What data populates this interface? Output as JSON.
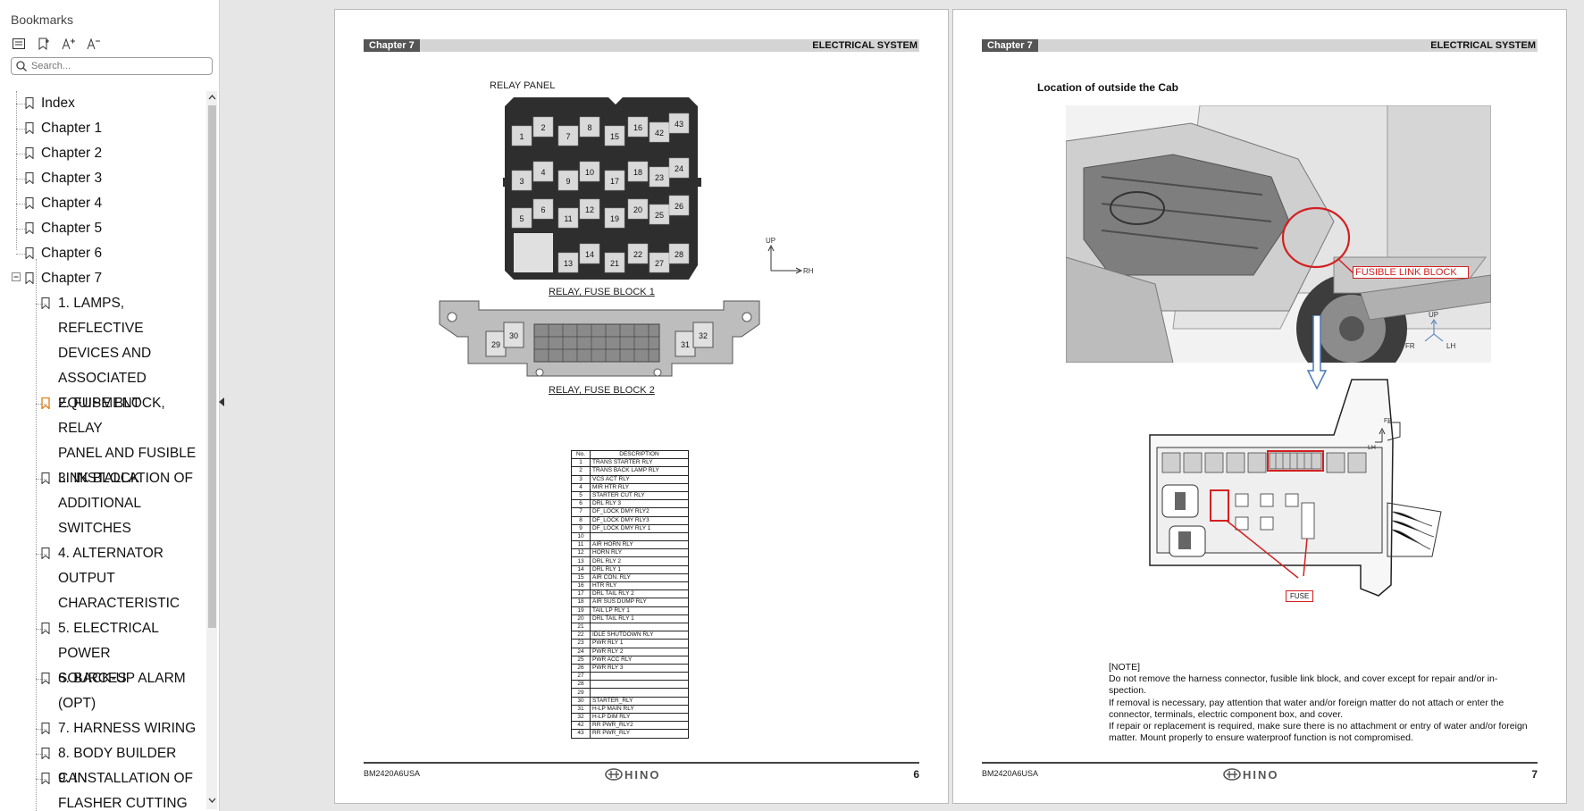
{
  "sidebar": {
    "title": "Bookmarks",
    "search_placeholder": "Search...",
    "items": [
      {
        "label": "Index"
      },
      {
        "label": "Chapter 1"
      },
      {
        "label": "Chapter 2"
      },
      {
        "label": "Chapter 3"
      },
      {
        "label": "Chapter 4"
      },
      {
        "label": "Chapter 5"
      },
      {
        "label": "Chapter 6"
      },
      {
        "label": "Chapter 7"
      }
    ],
    "subitems": [
      {
        "lines": [
          "1. LAMPS, REFLECTIVE",
          "DEVICES AND",
          "ASSOCIATED",
          "EQUIPMENT"
        ]
      },
      {
        "lines": [
          "2. FUSE BLOCK, RELAY",
          "PANEL AND FUSIBLE",
          "LINK BLOCK"
        ]
      },
      {
        "lines": [
          "3. INSTALLATION OF",
          "ADDITIONAL",
          "SWITCHES"
        ]
      },
      {
        "lines": [
          "4. ALTERNATOR",
          "OUTPUT",
          "CHARACTERISTIC"
        ]
      },
      {
        "lines": [
          "5. ELECTRICAL POWER",
          "SOURCES"
        ]
      },
      {
        "lines": [
          "6. BACK-UP ALARM",
          "(OPT)"
        ]
      },
      {
        "lines": [
          "7. HARNESS WIRING"
        ]
      },
      {
        "lines": [
          "8. BODY BUILDER CAN"
        ]
      },
      {
        "lines": [
          "9. INSTALLATION OF",
          "FLASHER CUTTING"
        ]
      }
    ],
    "active_color": "#e07b10"
  },
  "page6": {
    "chapter": "Chapter 7",
    "section": "ELECTRICAL SYSTEM",
    "relay_panel_label": "RELAY PANEL",
    "block1_label": "RELAY, FUSE BLOCK 1",
    "block2_label": "RELAY, FUSE BLOCK 2",
    "dir_up": "UP",
    "dir_rh": "RH",
    "relay_numbers": [
      "1",
      "2",
      "7",
      "8",
      "15",
      "16",
      "42",
      "43",
      "3",
      "4",
      "9",
      "10",
      "17",
      "18",
      "23",
      "24",
      "5",
      "6",
      "11",
      "12",
      "19",
      "20",
      "25",
      "26",
      "13",
      "14",
      "21",
      "22",
      "27",
      "28"
    ],
    "block2_numbers": [
      "29",
      "30",
      "31",
      "32"
    ],
    "table_head": [
      "No.",
      "DESCRIPTION"
    ],
    "table_rows": [
      [
        "1",
        "TRANS STARTER RLY"
      ],
      [
        "2",
        "TRANS BACK LAMP RLY"
      ],
      [
        "3",
        "VCS ACT RLY"
      ],
      [
        "4",
        "MIR HTR RLY"
      ],
      [
        "5",
        "STARTER CUT RLY"
      ],
      [
        "6",
        "DRL RLY 3"
      ],
      [
        "7",
        "DF_LOCK DMY RLY2"
      ],
      [
        "8",
        "DF_LOCK DMY RLY3"
      ],
      [
        "9",
        "DF_LOCK DMY RLY 1"
      ],
      [
        "10",
        ""
      ],
      [
        "11",
        "AIR HORN RLY"
      ],
      [
        "12",
        "HORN RLY"
      ],
      [
        "13",
        "DRL RLY 2"
      ],
      [
        "14",
        "DRL RLY 1"
      ],
      [
        "15",
        "AIR CON. RLY"
      ],
      [
        "16",
        "HTR RLY"
      ],
      [
        "17",
        "DRL TAIL RLY 2"
      ],
      [
        "18",
        "AIR SUS DUMP RLY"
      ],
      [
        "19",
        "TAIL LP RLY 1"
      ],
      [
        "20",
        "DRL TAIL RLY 1"
      ],
      [
        "21",
        ""
      ],
      [
        "22",
        "IDLE SHUTDOWN RLY"
      ],
      [
        "23",
        "PWR RLY 1"
      ],
      [
        "24",
        "PWR RLY 2"
      ],
      [
        "25",
        "PWR ACC RLY"
      ],
      [
        "26",
        "PWR RLY 3"
      ],
      [
        "27",
        ""
      ],
      [
        "28",
        ""
      ],
      [
        "29",
        ""
      ],
      [
        "30",
        "STARTER_RLY"
      ],
      [
        "31",
        "H-LP MAIN RLY"
      ],
      [
        "32",
        "H-LP DIM RLY"
      ],
      [
        "42",
        "RR PWR_RLY2"
      ],
      [
        "43",
        "RR PWR_RLY"
      ]
    ],
    "doc_code": "BM2420A6USA",
    "brand": "HINO",
    "page_no": "6"
  },
  "page7": {
    "chapter": "Chapter 7",
    "section": "ELECTRICAL SYSTEM",
    "title": "Location of outside the Cab",
    "fusible_label": "FUSIBLE LINK BLOCK",
    "fuse_label": "FUSE",
    "dir_up": "UP",
    "dir_fr": "FR",
    "dir_lh": "LH",
    "note_title": "[NOTE]",
    "note_lines": [
      "Do not remove the harness connector, fusible link block, and cover except for repair and/or in-spection.",
      "If removal is necessary, pay attention that water and/or foreign matter do not attach or enter the connector, terminals, electric component box, and cover.",
      "If repair or replacement is required, make sure there is no attachment or entry of water and/or foreign matter. Mount properly to ensure waterproof function is not compromised."
    ],
    "doc_code": "BM2420A6USA",
    "brand": "HINO",
    "page_no": "7",
    "highlight_color": "#d42020"
  }
}
